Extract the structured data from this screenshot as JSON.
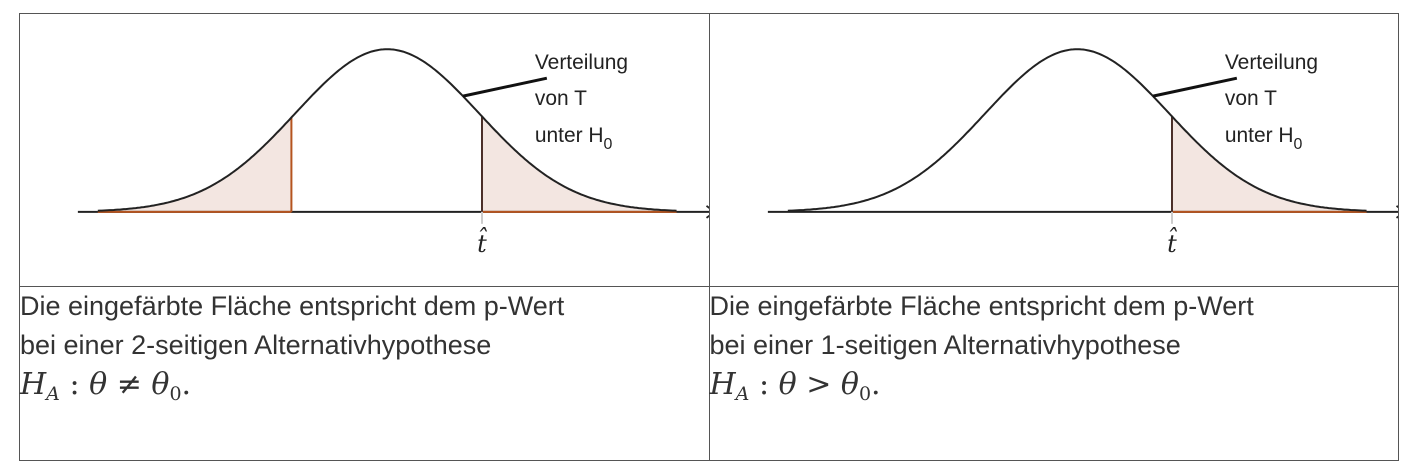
{
  "panels": [
    {
      "id": "two-sided",
      "curve_label": [
        "Verteilung",
        "von T",
        "unter H",
        "0"
      ],
      "t_label": "t̂",
      "caption_lines": [
        "Die eingefärbte Fläche entspricht dem p-Wert",
        "bei einer 2-seitigen Alternativhypothese"
      ],
      "formula": {
        "H": "H",
        "sub": "A",
        "rel": "θ ≠ θ",
        "sub0": "0",
        "end": "."
      },
      "shaded_tails": [
        "left",
        "right"
      ]
    },
    {
      "id": "one-sided",
      "curve_label": [
        "Verteilung",
        "von T",
        "unter H",
        "0"
      ],
      "t_label": "t̂",
      "caption_lines": [
        "Die eingefärbte Fläche entspricht dem p-Wert",
        "bei einer 1-seitigen Alternativhypothese"
      ],
      "formula": {
        "H": "H",
        "sub": "A",
        "rel": "θ > θ",
        "sub0": "0",
        "end": "."
      },
      "shaded_tails": [
        "right"
      ]
    }
  ],
  "colors": {
    "curve": "#222222",
    "shade_fill": "#f3e6e1",
    "tail_edge": "#b5541f",
    "cell_border": "#555555"
  }
}
